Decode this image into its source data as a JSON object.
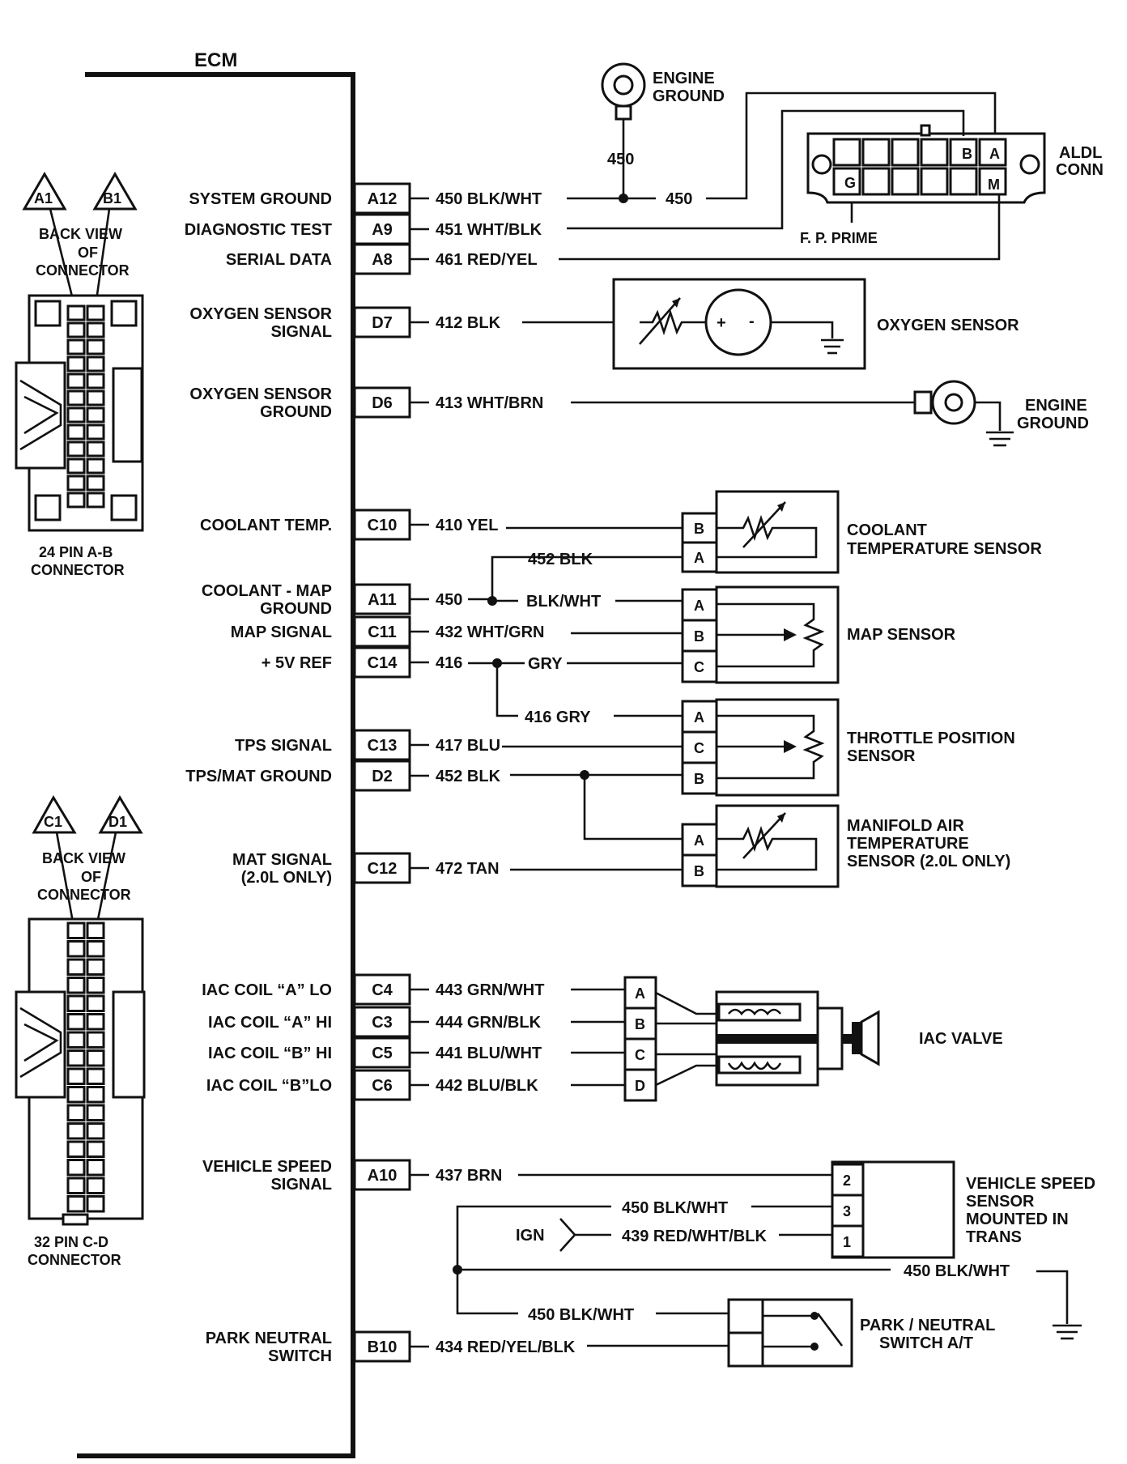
{
  "ecm_label": "ECM",
  "connectors": {
    "ab": {
      "tri_left": "A1",
      "tri_right": "B1",
      "back_view": [
        "BACK VIEW",
        "OF",
        "CONNECTOR"
      ],
      "caption": [
        "24 PIN  A-B",
        "CONNECTOR"
      ]
    },
    "cd": {
      "tri_left": "C1",
      "tri_right": "D1",
      "back_view": [
        "BACK VIEW",
        "OF",
        "CONNECTOR"
      ],
      "caption": [
        "32  PIN C-D",
        "CONNECTOR"
      ]
    }
  },
  "pins": [
    {
      "id": "system-ground",
      "name": [
        "SYSTEM GROUND"
      ],
      "pin": "A12",
      "wire": "450  BLK/WHT"
    },
    {
      "id": "diagnostic-test",
      "name": [
        "DIAGNOSTIC TEST"
      ],
      "pin": "A9",
      "wire": "451  WHT/BLK"
    },
    {
      "id": "serial-data",
      "name": [
        "SERIAL DATA"
      ],
      "pin": "A8",
      "wire": "461  RED/YEL"
    },
    {
      "id": "o2-signal",
      "name": [
        "OXYGEN SENSOR",
        "SIGNAL"
      ],
      "pin": "D7",
      "wire": "412  BLK"
    },
    {
      "id": "o2-ground",
      "name": [
        "OXYGEN SENSOR",
        "GROUND"
      ],
      "pin": "D6",
      "wire": "413  WHT/BRN"
    },
    {
      "id": "coolant-temp",
      "name": [
        "COOLANT TEMP."
      ],
      "pin": "C10",
      "wire": "410  YEL"
    },
    {
      "id": "coolant-map-ground",
      "name": [
        "COOLANT - MAP",
        "GROUND"
      ],
      "pin": "A11",
      "wire": "450"
    },
    {
      "id": "map-signal",
      "name": [
        "MAP SIGNAL"
      ],
      "pin": "C11",
      "wire": "432  WHT/GRN"
    },
    {
      "id": "5v-ref",
      "name": [
        "+ 5V REF"
      ],
      "pin": "C14",
      "wire": "416"
    },
    {
      "id": "tps-signal",
      "name": [
        "TPS SIGNAL"
      ],
      "pin": "C13",
      "wire": "417  BLU"
    },
    {
      "id": "tps-mat-ground",
      "name": [
        "TPS/MAT GROUND"
      ],
      "pin": "D2",
      "wire": "452  BLK"
    },
    {
      "id": "mat-signal",
      "name": [
        "MAT SIGNAL",
        "(2.0L ONLY)"
      ],
      "pin": "C12",
      "wire": "472  TAN"
    },
    {
      "id": "iac-a-lo",
      "name": [
        "IAC COIL “A” LO"
      ],
      "pin": "C4",
      "wire": "443  GRN/WHT"
    },
    {
      "id": "iac-a-hi",
      "name": [
        "IAC COIL “A” HI"
      ],
      "pin": "C3",
      "wire": "444  GRN/BLK"
    },
    {
      "id": "iac-b-hi",
      "name": [
        "IAC COIL “B” HI"
      ],
      "pin": "C5",
      "wire": "441  BLU/WHT"
    },
    {
      "id": "iac-b-lo",
      "name": [
        "IAC COIL “B”LO"
      ],
      "pin": "C6",
      "wire": "442  BLU/BLK"
    },
    {
      "id": "vss",
      "name": [
        "VEHICLE SPEED",
        "SIGNAL"
      ],
      "pin": "A10",
      "wire": "437  BRN"
    },
    {
      "id": "park-neutral",
      "name": [
        "PARK NEUTRAL",
        "SWITCH"
      ],
      "pin": "B10",
      "wire": "434  RED/YEL/BLK"
    }
  ],
  "wires": {
    "ground_450_a": "450",
    "ground_450_b": "450",
    "ground_450_c": "450",
    "blk_wht": "BLK/WHT",
    "gry": "GRY",
    "blk_452": "452  BLK",
    "gry_416": "416  GRY",
    "vss_gnd": "450  BLK/WHT",
    "vss_ign": "439  RED/WHT/BLK",
    "ign": "IGN",
    "bottom_gnd": "450  BLK/WHT",
    "pn_gnd": "450  BLK/WHT"
  },
  "components": {
    "engine_ground_top": [
      "ENGINE",
      "GROUND"
    ],
    "engine_ground_o2": [
      "ENGINE",
      "GROUND"
    ],
    "aldl": {
      "label": [
        "ALDL",
        "CONN"
      ],
      "pin_b": "B",
      "pin_a": "A",
      "pin_g": "G",
      "pin_m": "M",
      "fp_prime": "F. P. PRIME"
    },
    "oxygen_sensor": {
      "label": [
        "OXYGEN SENSOR"
      ],
      "plus": "+",
      "minus": "-"
    },
    "coolant_sensor": {
      "label": [
        "COOLANT",
        "TEMPERATURE SENSOR"
      ],
      "pins": [
        "B",
        "A"
      ]
    },
    "map_sensor": {
      "label": [
        "MAP SENSOR"
      ],
      "pins": [
        "A",
        "B",
        "C"
      ]
    },
    "tps": {
      "label": [
        "THROTTLE POSITION",
        "SENSOR"
      ],
      "pins": [
        "A",
        "C",
        "B"
      ]
    },
    "mat": {
      "label": [
        "MANIFOLD AIR",
        "TEMPERATURE",
        "SENSOR (2.0L ONLY)"
      ],
      "pins": [
        "A",
        "B"
      ]
    },
    "iac": {
      "label": [
        "IAC VALVE"
      ],
      "pins": [
        "A",
        "B",
        "C",
        "D"
      ]
    },
    "vss": {
      "label": [
        "VEHICLE SPEED",
        "SENSOR",
        "MOUNTED IN",
        "TRANS"
      ],
      "pins": [
        "2",
        "3",
        "1"
      ]
    },
    "pn_switch": {
      "label": [
        "PARK / NEUTRAL",
        "SWITCH A/T"
      ]
    }
  }
}
